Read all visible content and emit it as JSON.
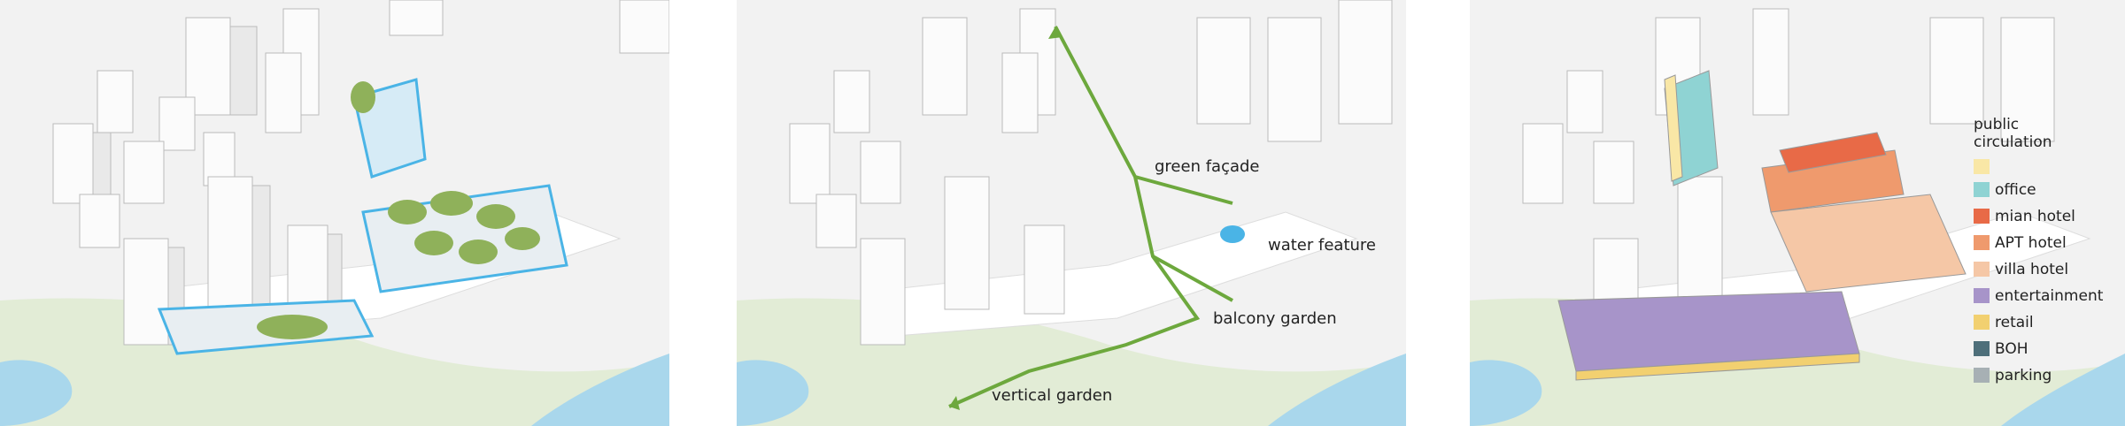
{
  "panel_2": {
    "callouts": {
      "green_facade": "green façade",
      "water_feature": "water feature",
      "balcony_garden": "balcony garden",
      "vertical_garden": "vertical garden"
    }
  },
  "panel_3": {
    "legend": [
      {
        "label": "public circulation",
        "line1": "public",
        "line2": "circulation",
        "color": "#f9e7a6"
      },
      {
        "label": "office",
        "color": "#8fd3d3"
      },
      {
        "label": "mian hotel",
        "color": "#e86a47"
      },
      {
        "label": "APT hotel",
        "color": "#ef9a6d"
      },
      {
        "label": "villa hotel",
        "color": "#f5c7a6"
      },
      {
        "label": "entertainment",
        "color": "#a794c9"
      },
      {
        "label": "retail",
        "color": "#f2d070"
      },
      {
        "label": "BOH",
        "color": "#4e6f7a"
      },
      {
        "label": "parking",
        "color": "#a7b0b4"
      }
    ]
  },
  "colors": {
    "water": "#a9d7ec",
    "park": "#e2ecd6",
    "ground": "#f2f2f2",
    "building": "#fbfbfb",
    "green_roof": "#8fb15a",
    "blue_facade": "#4ab4e6"
  }
}
